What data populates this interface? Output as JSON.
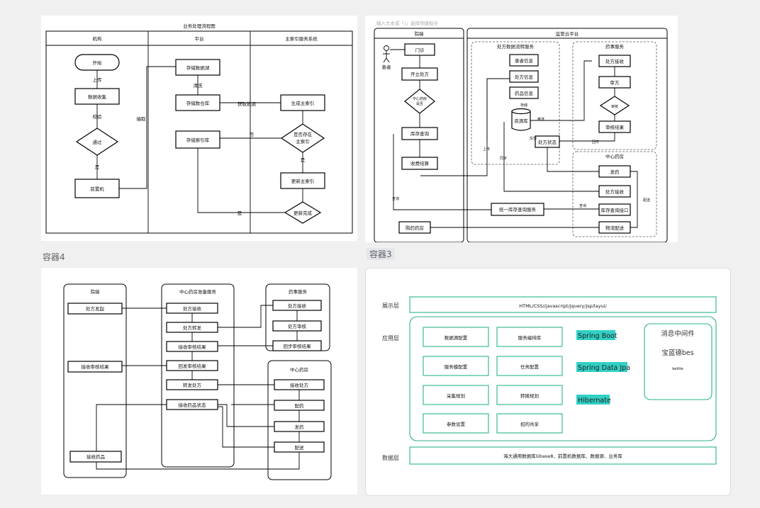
{
  "containers": {
    "c4_label": "容器4",
    "c3_label": "容器3"
  },
  "diagram1": {
    "title": "业务处理流程图",
    "lanes": [
      "机构",
      "平台",
      "主索引服务系统"
    ],
    "start": "开始",
    "upload": "上传",
    "data_collect": "数据收集",
    "check": "校验",
    "pass": "通过",
    "yes_label": "是",
    "front_machine": "前置机",
    "extract": "抽取",
    "store_raw": "存储数据湖",
    "clean": "清洗",
    "store_warehouse": "存储数仓库",
    "fetch_data": "获取数据",
    "gen_index": "生成主索引",
    "exists_q1": "是否存在",
    "exists_q2": "主索引",
    "no_label": "否",
    "store_index": "存储索引库",
    "update_index": "更新主索引",
    "update_done": "更新完成"
  },
  "diagram2": {
    "hint": "输入文本或「/」选择快捷指令",
    "lane_hospital": "院端",
    "lane_platform": "监管云平台",
    "patient": "患者",
    "outpatient": "门诊",
    "prescribe": "开立处方",
    "center_q1": "中心药房",
    "center_q2": "是否",
    "stock_query": "库存查询",
    "collect_result": "收费结算",
    "take_med": "购药药房",
    "query": "查询",
    "sub_rx": "处方数据流转服务",
    "patient_info": "患者信息",
    "rx_info": "处方信息",
    "drug_info": "药品信息",
    "storage": "存储",
    "resource_lib": "资源库",
    "notify": "推送",
    "rx_status": "处方状态",
    "feedback": "反馈",
    "upload": "上传",
    "sync": "同步",
    "review_svc": "药事服务",
    "rx_receive": "处方接收",
    "review": "审方",
    "pass_q": "审核",
    "review_result": "审核结果",
    "return_back": "回传",
    "center_pharmacy": "中心药房",
    "dispense": "发药",
    "rx_accept": "处方接收",
    "stock_api": "库存查询接口",
    "logistics": "物流配送",
    "delivery": "配送",
    "unified_stock": "统一库存查询服务",
    "query_label": "查询"
  },
  "diagram3": {
    "lane_hospital": "院端",
    "lane_center": "中心药房准备服务",
    "lane_review": "药事服务",
    "lane_pharmacy": "中心药房",
    "h_send_rx": "处方发起",
    "h_receive_result": "接收审核结果",
    "h_receive_drug": "接收药品",
    "c_rx_recv": "处方接收",
    "c_rx_forward": "处方转发",
    "c_recv_review": "接收审核结果",
    "c_send_review": "回发审核结果",
    "c_send_rx": "转发处方",
    "c_recv_status": "接收药品状态",
    "r_rx_recv": "处方接收",
    "r_rx_review": "处方审核",
    "r_sync": "回步审核结果",
    "p_recv_rx": "接收处方",
    "p_dispense": "配药",
    "p_send": "发药",
    "p_deliver": "配送"
  },
  "diagram4": {
    "layer_display": "展示层",
    "layer_app": "应用层",
    "layer_data": "数据层",
    "display_text": "HTML/CSS//javascript/jquery/jsp/layui/",
    "app_boxes": [
      "数据源配置",
      "服务编排库",
      "服务模配置",
      "任务配置",
      "采集规划",
      "转换规划",
      "参数设置",
      "招的共享"
    ],
    "frameworks": [
      "Spring Boot",
      "Spring Data Jpa",
      "Hibernate"
    ],
    "mq_title": "消息中间件",
    "mq_sub": "宝蓝德bes",
    "mq_sub2": "kettle",
    "data_text": "海大通用数据库Gbase8、前置机数据库、数据源、业务库",
    "colors": {
      "green": "#28b38c",
      "highlight": "#31d0c6"
    }
  }
}
